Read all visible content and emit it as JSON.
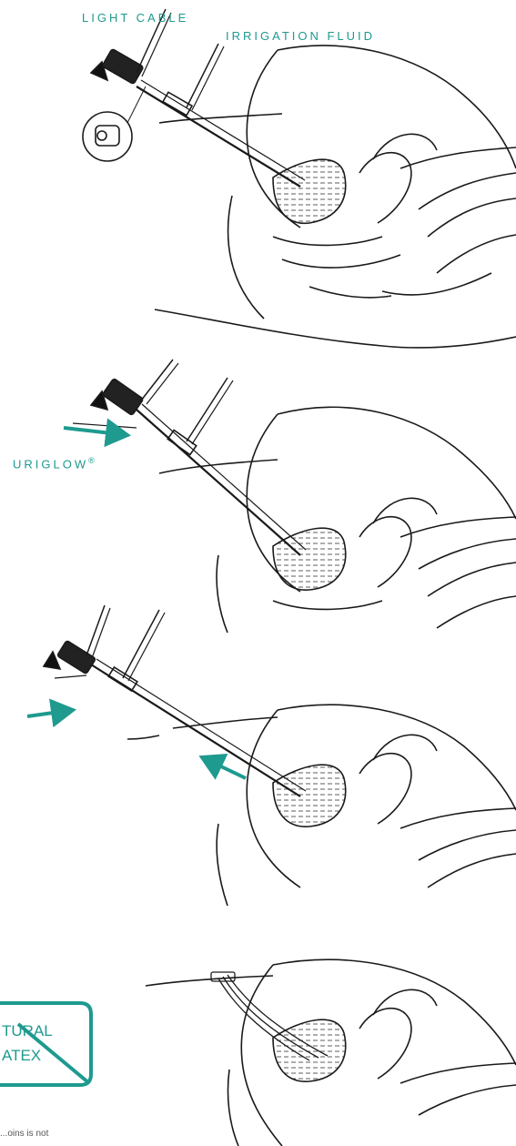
{
  "labels": {
    "light_cable": "LIGHT CABLE",
    "irrigation_fluid": "IRRIGATION FLUID",
    "uriglow": "URIGLOW",
    "uriglow_mark": "®"
  },
  "badge": {
    "line1": "TURAL",
    "line2": "ATEX"
  },
  "footnote": "...oins is not",
  "colors": {
    "accent": "#1e9a8f",
    "line": "#1a1a1a"
  }
}
